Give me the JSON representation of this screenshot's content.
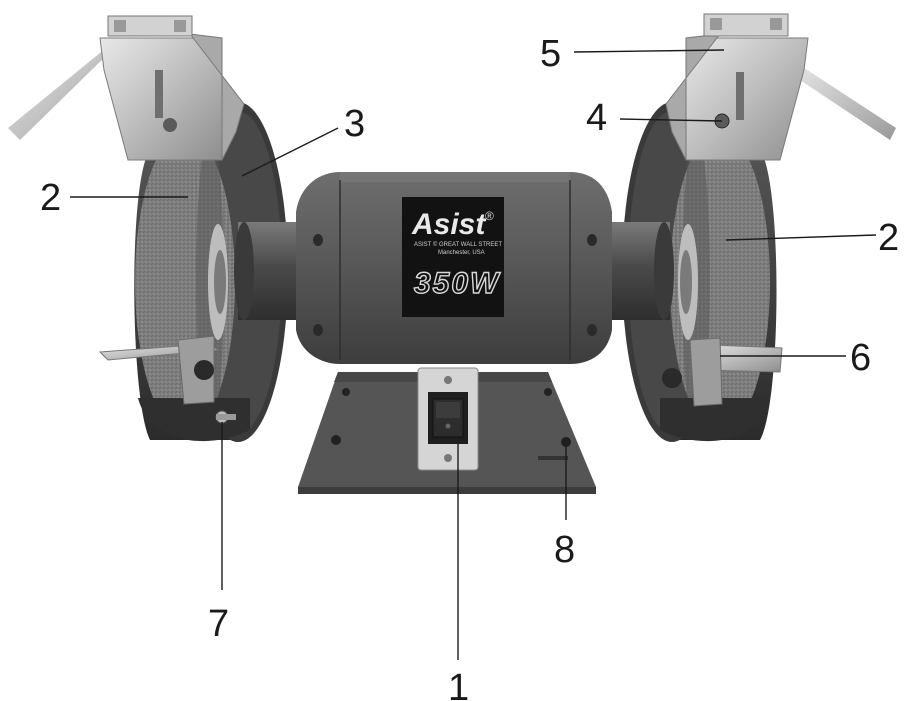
{
  "product": {
    "brand": "Asist",
    "registered_mark": "®",
    "address_line1": "ASIST © GREAT WALL STREET",
    "address_line2": "Manchester, USA",
    "power_rating": "350W"
  },
  "callouts": [
    {
      "id": "1",
      "label": "1"
    },
    {
      "id": "2-left",
      "label": "2"
    },
    {
      "id": "2-right",
      "label": "2"
    },
    {
      "id": "3",
      "label": "3"
    },
    {
      "id": "4",
      "label": "4"
    },
    {
      "id": "5",
      "label": "5"
    },
    {
      "id": "6",
      "label": "6"
    },
    {
      "id": "7",
      "label": "7"
    },
    {
      "id": "8",
      "label": "8"
    }
  ],
  "colors": {
    "body": "#5b5b5b",
    "shadow": "#3a3a3a",
    "wheel": "#8a8a8a",
    "metal": "#cfcfcf",
    "callout_text": "#1a1a1a"
  }
}
